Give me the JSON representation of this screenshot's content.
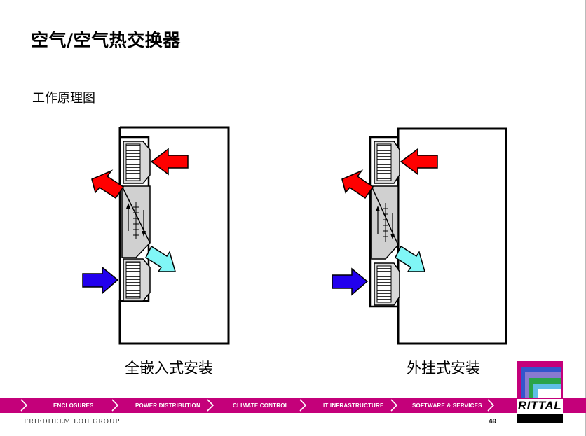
{
  "slide": {
    "title": "空气/空气热交换器",
    "subtitle": "工作原理图",
    "captions": [
      "全嵌入式安装",
      "外挂式安装"
    ],
    "page_number": "49"
  },
  "nav": {
    "items": [
      "ENCLOSURES",
      "POWER DISTRIBUTION",
      "CLIMATE CONTROL",
      "IT INFRASTRUCTURE",
      "SOFTWARE & SERVICES"
    ]
  },
  "footer": {
    "company": "FRIEDHELM LOH GROUP"
  },
  "logo": {
    "text": "RITTAL"
  },
  "colors": {
    "nav_bar": "#c4007a",
    "hot_arrow": "#ff0000",
    "cold_inlet_arrow": "#2200ee",
    "cooled_outlet_arrow": "#7ff7f7",
    "logo_squares": [
      "#c4007a",
      "#3355cc",
      "#7a7acc",
      "#2aa44a",
      "#5fbfe6"
    ]
  }
}
